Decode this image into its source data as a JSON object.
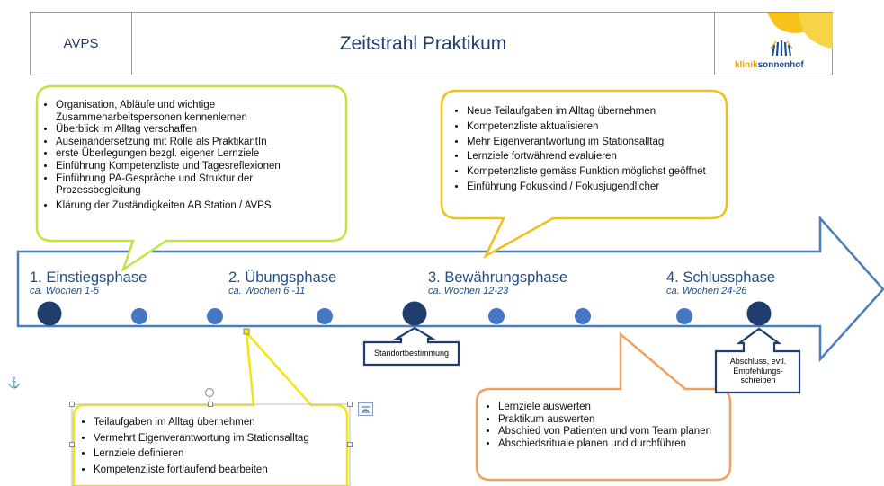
{
  "header": {
    "left_label": "AVPS",
    "title": "Zeitstrahl Praktikum",
    "logo": {
      "part1": "klinik",
      "part2": "sonnenhof"
    }
  },
  "colors": {
    "arrow": "#4a7ebb",
    "dot": "#4677c4",
    "dot_large": "#1f3e6d",
    "phase_text": "#1f4e8a",
    "callout_green": "#bfe640",
    "callout_gold": "#f0bf1c",
    "callout_yellow": "#f2e512",
    "callout_orange": "#f0a060",
    "marker_border": "#1f3e6d"
  },
  "phases": [
    {
      "title": "1. Einstiegsphase",
      "weeks": "ca. Wochen 1-5"
    },
    {
      "title": "2. Übungsphase",
      "weeks": "ca. Wochen 6 -11"
    },
    {
      "title": "3. Bewährungsphase",
      "weeks": "ca. Wochen 12-23"
    },
    {
      "title": "4. Schlussphase",
      "weeks": "ca. Wochen 24-26"
    }
  ],
  "markers": {
    "standort": "Standortbestimmung",
    "abschluss": "Abschluss, evtl. Empfehlungs-schreiben"
  },
  "callouts": {
    "einstieg": [
      "Organisation, Abläufe und wichtige Zusammenarbeitspersonen kennenlernen",
      "Überblick im Alltag verschaffen",
      "Auseinandersetzung mit Rolle als PraktikantIn",
      "erste Überlegungen bezgl. eigener Lernziele",
      "Einführung Kompetenzliste und Tagesreflexionen",
      "Einführung PA-Gespräche und Struktur der Prozessbegleitung",
      "Klärung der Zuständigkeiten AB Station / AVPS"
    ],
    "bewaehrung": [
      "Neue Teilaufgaben im Alltag übernehmen",
      "Kompetenzliste aktualisieren",
      "Mehr Eigenverantwortung im Stationsalltag",
      "Lernziele fortwährend evaluieren",
      "Kompetenzliste gemäss Funktion möglichst geöffnet",
      "Einführung Fokuskind / Fokusjugendlicher"
    ],
    "uebung": [
      "Teilaufgaben im Alltag übernehmen",
      "Vermehrt Eigenverantwortung im Stationsalltag",
      "Lernziele definieren",
      "Kompetenzliste fortlaufend bearbeiten"
    ],
    "schluss": [
      "Lernziele auswerten",
      "Praktikum auswerten",
      "Abschied von Patienten und vom Team planen",
      "Abschiedsrituale planen und durchführen"
    ]
  },
  "anchor_symbol": "⚓"
}
